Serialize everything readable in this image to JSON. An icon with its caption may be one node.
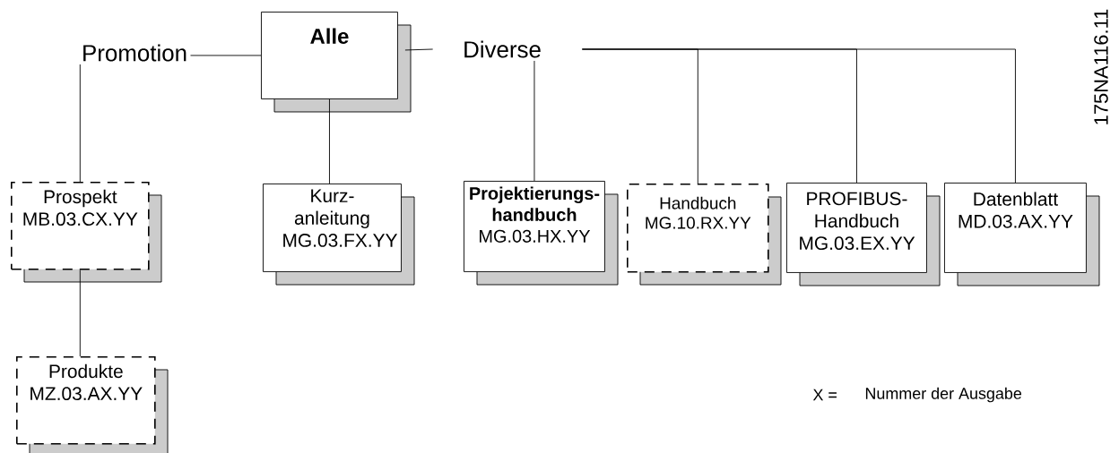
{
  "diagram": {
    "nodes": [
      {
        "text": [
          "Promotion"
        ]
      },
      {
        "text": [
          "Alle"
        ]
      },
      {
        "text": [
          "Diverse"
        ]
      },
      {
        "text": [
          "Prospekt",
          "MB.03.CX.YY"
        ]
      },
      {
        "text": [
          "Kurz- anleitung",
          "MG.03.FX.YY"
        ]
      },
      {
        "text": [
          "Projektierungs- handbuch",
          "MG.03.HX.YY"
        ]
      },
      {
        "text": [
          "Handbuch",
          "MG.10.RX.YY"
        ]
      },
      {
        "text": [
          "PROFIBUS- Handbuch",
          "MG.03.EX.YY"
        ]
      },
      {
        "text": [
          "Datenblatt",
          "MD.03.AX.YY"
        ]
      },
      {
        "text": [
          "Produkte",
          "MZ.03.AX.YY"
        ]
      }
    ],
    "edges": [
      {
        "from": 1,
        "to": 0,
        "arrow": "none"
      },
      {
        "from": 1,
        "to": 2,
        "arrow": "none"
      },
      {
        "from": 1,
        "to": 4,
        "arrow": "none"
      },
      {
        "from": 0,
        "to": 3,
        "arrow": "none"
      },
      {
        "from": 3,
        "to": 9,
        "arrow": "none"
      },
      {
        "from": 2,
        "to": 5,
        "arrow": "none"
      },
      {
        "from": 2,
        "to": 6,
        "arrow": "none"
      },
      {
        "from": 2,
        "to": 7,
        "arrow": "none"
      },
      {
        "from": 2,
        "to": 8,
        "arrow": "none"
      }
    ],
    "labels": [
      "175NA116.11",
      "X =",
      "Nummer der Ausgabe"
    ]
  }
}
